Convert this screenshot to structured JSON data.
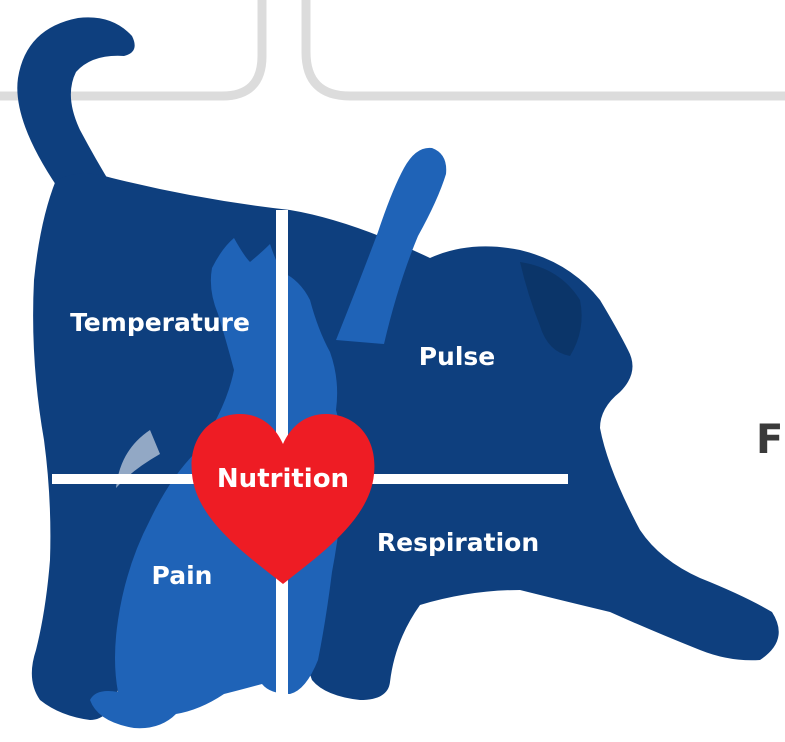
{
  "labels": {
    "temperature": "Temperature",
    "pulse": "Pulse",
    "nutrition": "Nutrition",
    "respiration": "Respiration",
    "pain": "Pain"
  },
  "edge_text": "F",
  "colors": {
    "dog": "#0e3f7e",
    "cat": "#1f63b7",
    "heart": "#ee1c24",
    "frame": "#dcdcdc",
    "divider": "#ffffff",
    "edge_text": "#3a3a3a"
  }
}
